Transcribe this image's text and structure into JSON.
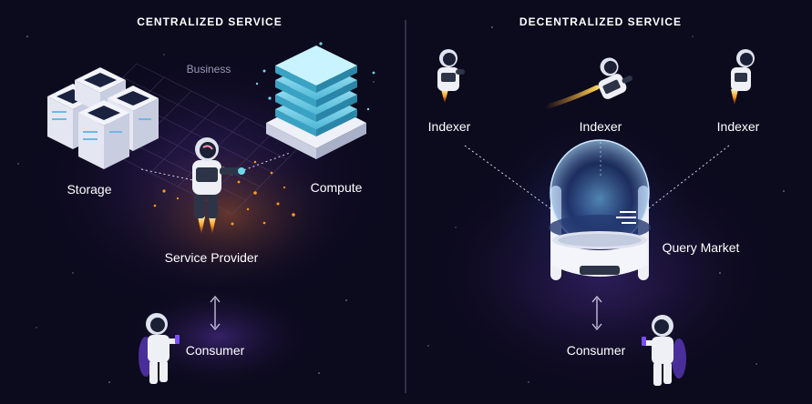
{
  "centralized": {
    "title": "CENTRALIZED SERVICE",
    "business": "Business",
    "storage": "Storage",
    "compute": "Compute",
    "service_provider": "Service Provider",
    "consumer": "Consumer"
  },
  "decentralized": {
    "title": "DECENTRALIZED SERVICE",
    "indexers": [
      "Indexer",
      "Indexer",
      "Indexer"
    ],
    "query_market": "Query Market",
    "consumer": "Consumer"
  },
  "colors": {
    "background": "#0c0a1d",
    "accent_cyan": "#6fd6e8",
    "accent_orange": "#ff9a1f",
    "accent_purple": "#7b4dff",
    "divider": "#5a5870"
  },
  "icons": [
    "double-arrow-icon",
    "astronaut-icon",
    "server-icon",
    "database-icon",
    "dome-icon"
  ]
}
